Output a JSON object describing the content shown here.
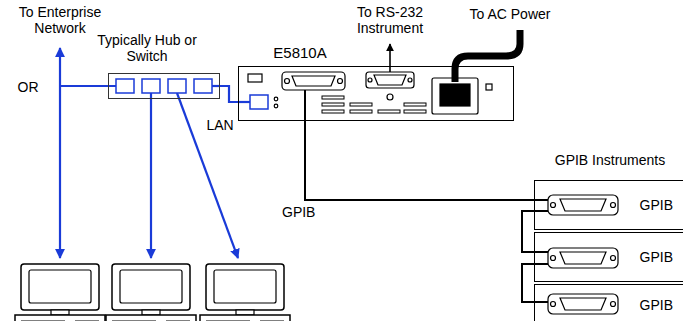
{
  "diagram": {
    "nodes": [
      {
        "text": [
          "Typically Hub or Switch"
        ]
      },
      {
        "text": [
          "E5810A"
        ]
      },
      {
        "text": [
          "GPIB"
        ]
      },
      {
        "text": [
          "GPIB"
        ]
      },
      {
        "text": [
          "GPIB"
        ]
      }
    ],
    "edges": [
      {
        "from": 0,
        "to": 1,
        "arrow": "none"
      },
      {
        "from": 1,
        "to": 2,
        "label": "GPIB",
        "arrow": "none"
      },
      {
        "from": 2,
        "to": 3,
        "arrow": "none"
      },
      {
        "from": 3,
        "to": 4,
        "arrow": "none"
      }
    ],
    "labels": [
      "To Enterprise Network",
      "OR",
      "LAN",
      "To RS-232 Instrument",
      "To AC Power",
      "GPIB Instruments"
    ]
  }
}
